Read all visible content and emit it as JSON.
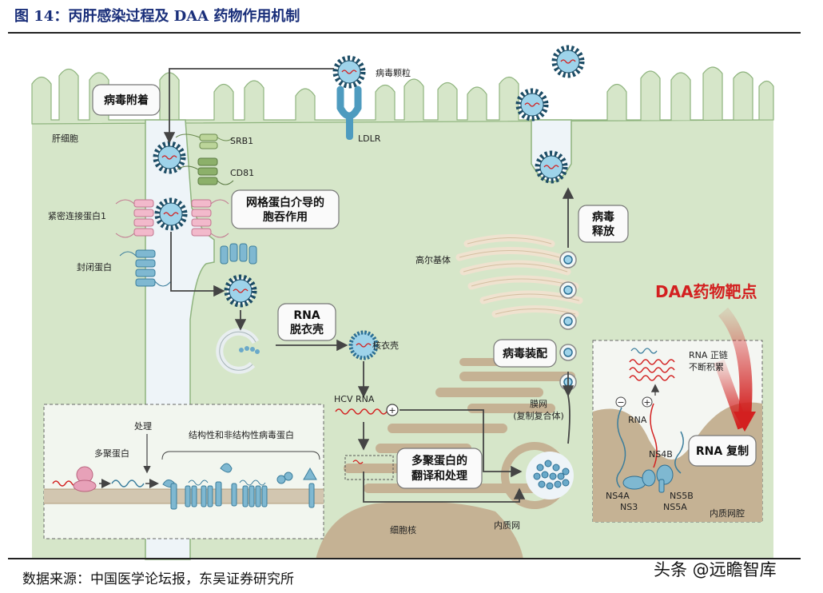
{
  "header": {
    "title": "图 14：丙肝感染过程及 DAA 药物作用机制"
  },
  "labels": {
    "virion": "病毒颗粒",
    "ldlr": "LDLR",
    "attachment": "病毒附着",
    "hepatocyte": "肝细胞",
    "srb1": "SRB1",
    "cd81": "CD81",
    "claudin1": "紧密连接蛋白1",
    "clathrin_line1": "网格蛋白介导的",
    "clathrin_line2": "胞吞作用",
    "occludin": "封闭蛋白",
    "uncoating_line1": "RNA",
    "uncoating_line2": "脱衣壳",
    "nucleocapsid": "核衣壳",
    "hcv_rna": "HCV RNA",
    "golgi": "高尔基体",
    "release_line1": "病毒",
    "release_line2": "释放",
    "assembly": "病毒装配",
    "daa_target": "DAA药物靶点",
    "membranous_web_line1": "膜网",
    "membranous_web_line2": "(复制复合体)",
    "translation_line1": "多聚蛋白的",
    "translation_line2": "翻译和处理",
    "nucleus": "细胞核",
    "er": "内质网",
    "processing": "处理",
    "polyprotein": "多聚蛋白",
    "proteins": "结构性和非结构性病毒蛋白",
    "rna_positive_line1": "RNA 正链",
    "rna_positive_line2": "不断积累",
    "rna_mid": "RNA",
    "ns4b": "NS4B",
    "ns4a": "NS4A",
    "ns3": "NS3",
    "ns5b": "NS5B",
    "ns5a": "NS5A",
    "rna_replication": "RNA 复制",
    "er_lumen": "内质网腔",
    "plus": "+",
    "minus": "−"
  },
  "footer": {
    "source": "数据来源：中国医学论坛报，东吴证券研究所",
    "watermark": "头条 @远瞻智库"
  },
  "colors": {
    "cell": "#d6e6c9",
    "cell_edge": "#8fb47e",
    "interstitial": "#eef4f8",
    "organelle": "#c5b294",
    "golgi": "#efe2cf",
    "daa_red": "#d32020",
    "title_blue": "#1a2f7a",
    "receptor_blue": "#4e9bbf",
    "receptor_green": "#8cb06a",
    "claudin_pink": "#e59bb5"
  }
}
